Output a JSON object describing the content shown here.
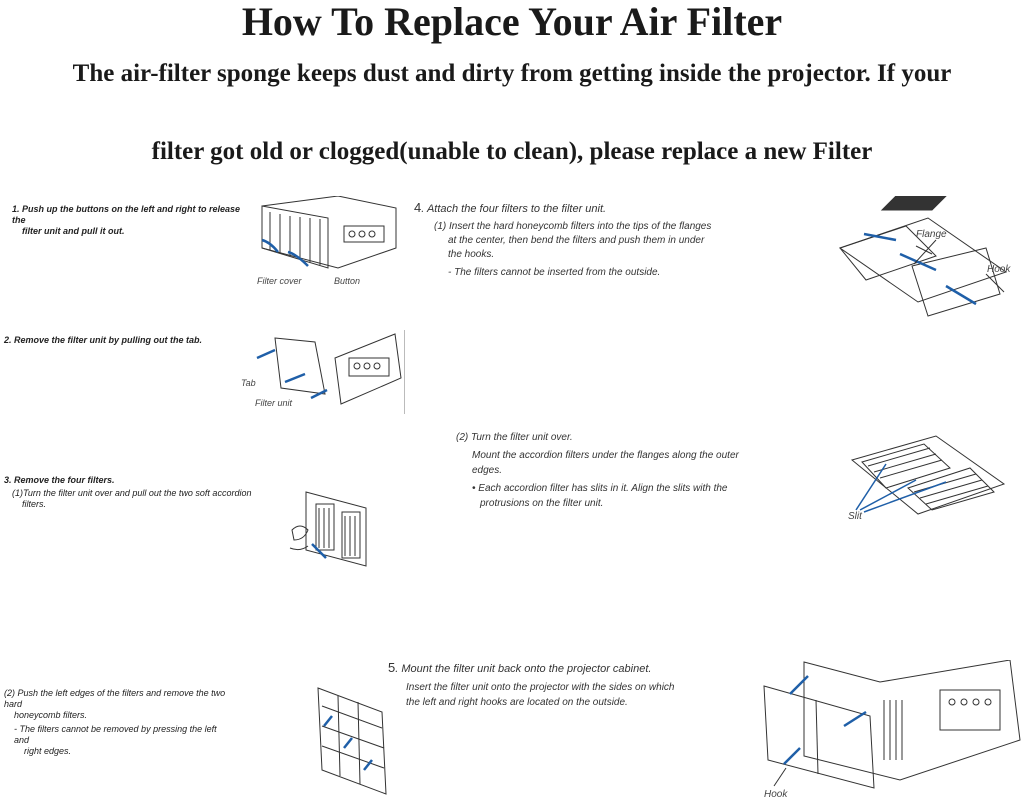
{
  "title": "How To Replace Your Air Filter",
  "intro_line1": "The air-filter sponge keeps dust and dirty from getting inside the projector. If your",
  "intro_line2": "filter got old or clogged(unable to clean), please replace a new Filter",
  "step1": {
    "text_line1": "1.  Push up the buttons on the left and right to release the",
    "text_line2": "filter unit and pull it out.",
    "label_cover": "Filter cover",
    "label_button": "Button"
  },
  "step2": {
    "text": "2.  Remove the filter unit by pulling out the tab.",
    "label_tab": "Tab",
    "label_unit": "Filter unit"
  },
  "step3": {
    "title": "3.  Remove the four filters.",
    "sub1_line1": "(1)Turn the filter unit over and pull out the two soft accordion",
    "sub1_line2": "filters.",
    "sub2_line1": "(2) Push the left edges of the filters and remove the two hard",
    "sub2_line2": "honeycomb filters.",
    "sub2_note_line1": "- The filters cannot be removed by pressing the left and",
    "sub2_note_line2": "right edges."
  },
  "step4": {
    "num": "4",
    "title": ". Attach the four filters to the filter unit.",
    "sub1_line1": "(1)  Insert the hard honeycomb filters into the tips of the flanges",
    "sub1_line2": "at the center, then bend the filters and push them in under",
    "sub1_line3": "the hooks.",
    "sub1_note": "- The filters cannot be inserted from the outside.",
    "label_flange": "Flange",
    "label_hook": "Hook",
    "sub2_title": "(2)  Turn the filter unit over.",
    "sub2_line1": "Mount the accordion filters under the flanges along the outer",
    "sub2_line2": "edges.",
    "sub2_bullet_line1": "• Each accordion filter has slits in it. Align the slits with the",
    "sub2_bullet_line2": "protrusions on the filter unit.",
    "label_slit": "Slit"
  },
  "step5": {
    "num": "5",
    "title": ". Mount the filter unit back onto the projector cabinet.",
    "line1": "Insert the filter unit onto the projector with the sides on which",
    "line2": "the left and right hooks are located on the outside.",
    "label_hook": "Hook"
  }
}
